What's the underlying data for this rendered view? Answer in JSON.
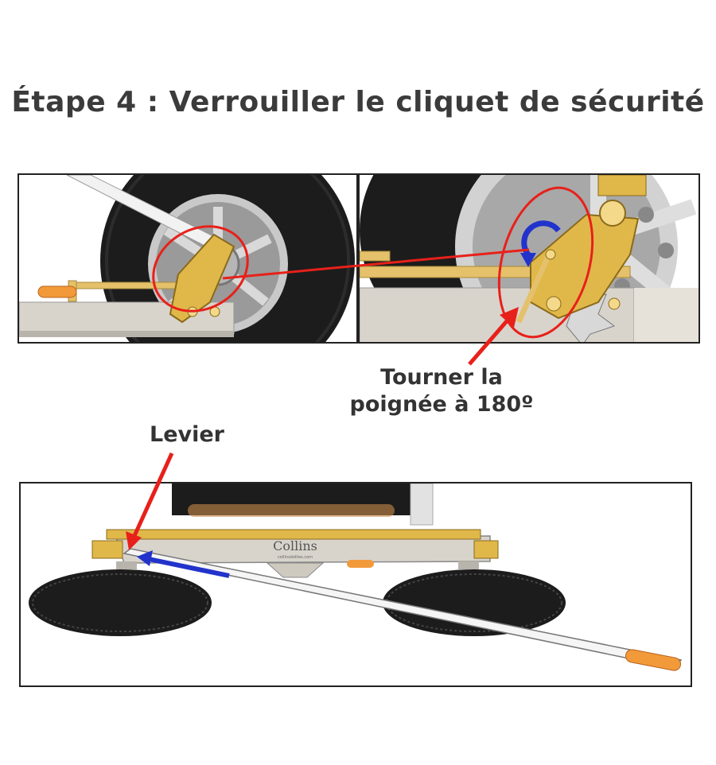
{
  "title": "Étape 4 : Verrouiller le cliquet de sécurité",
  "callouts": {
    "turn_handle": [
      "Tourner la",
      "poignée à 180º"
    ],
    "lever": "Levier"
  },
  "brand": {
    "name": "Collins",
    "sub": "collinsdollies.com"
  },
  "colors": {
    "annotation_red": "#e8201a",
    "rotation_blue": "#2233cc",
    "brass": "#e0b84a",
    "orange_handle": "#f29a3a",
    "frame_grey": "#d8d4cc"
  }
}
